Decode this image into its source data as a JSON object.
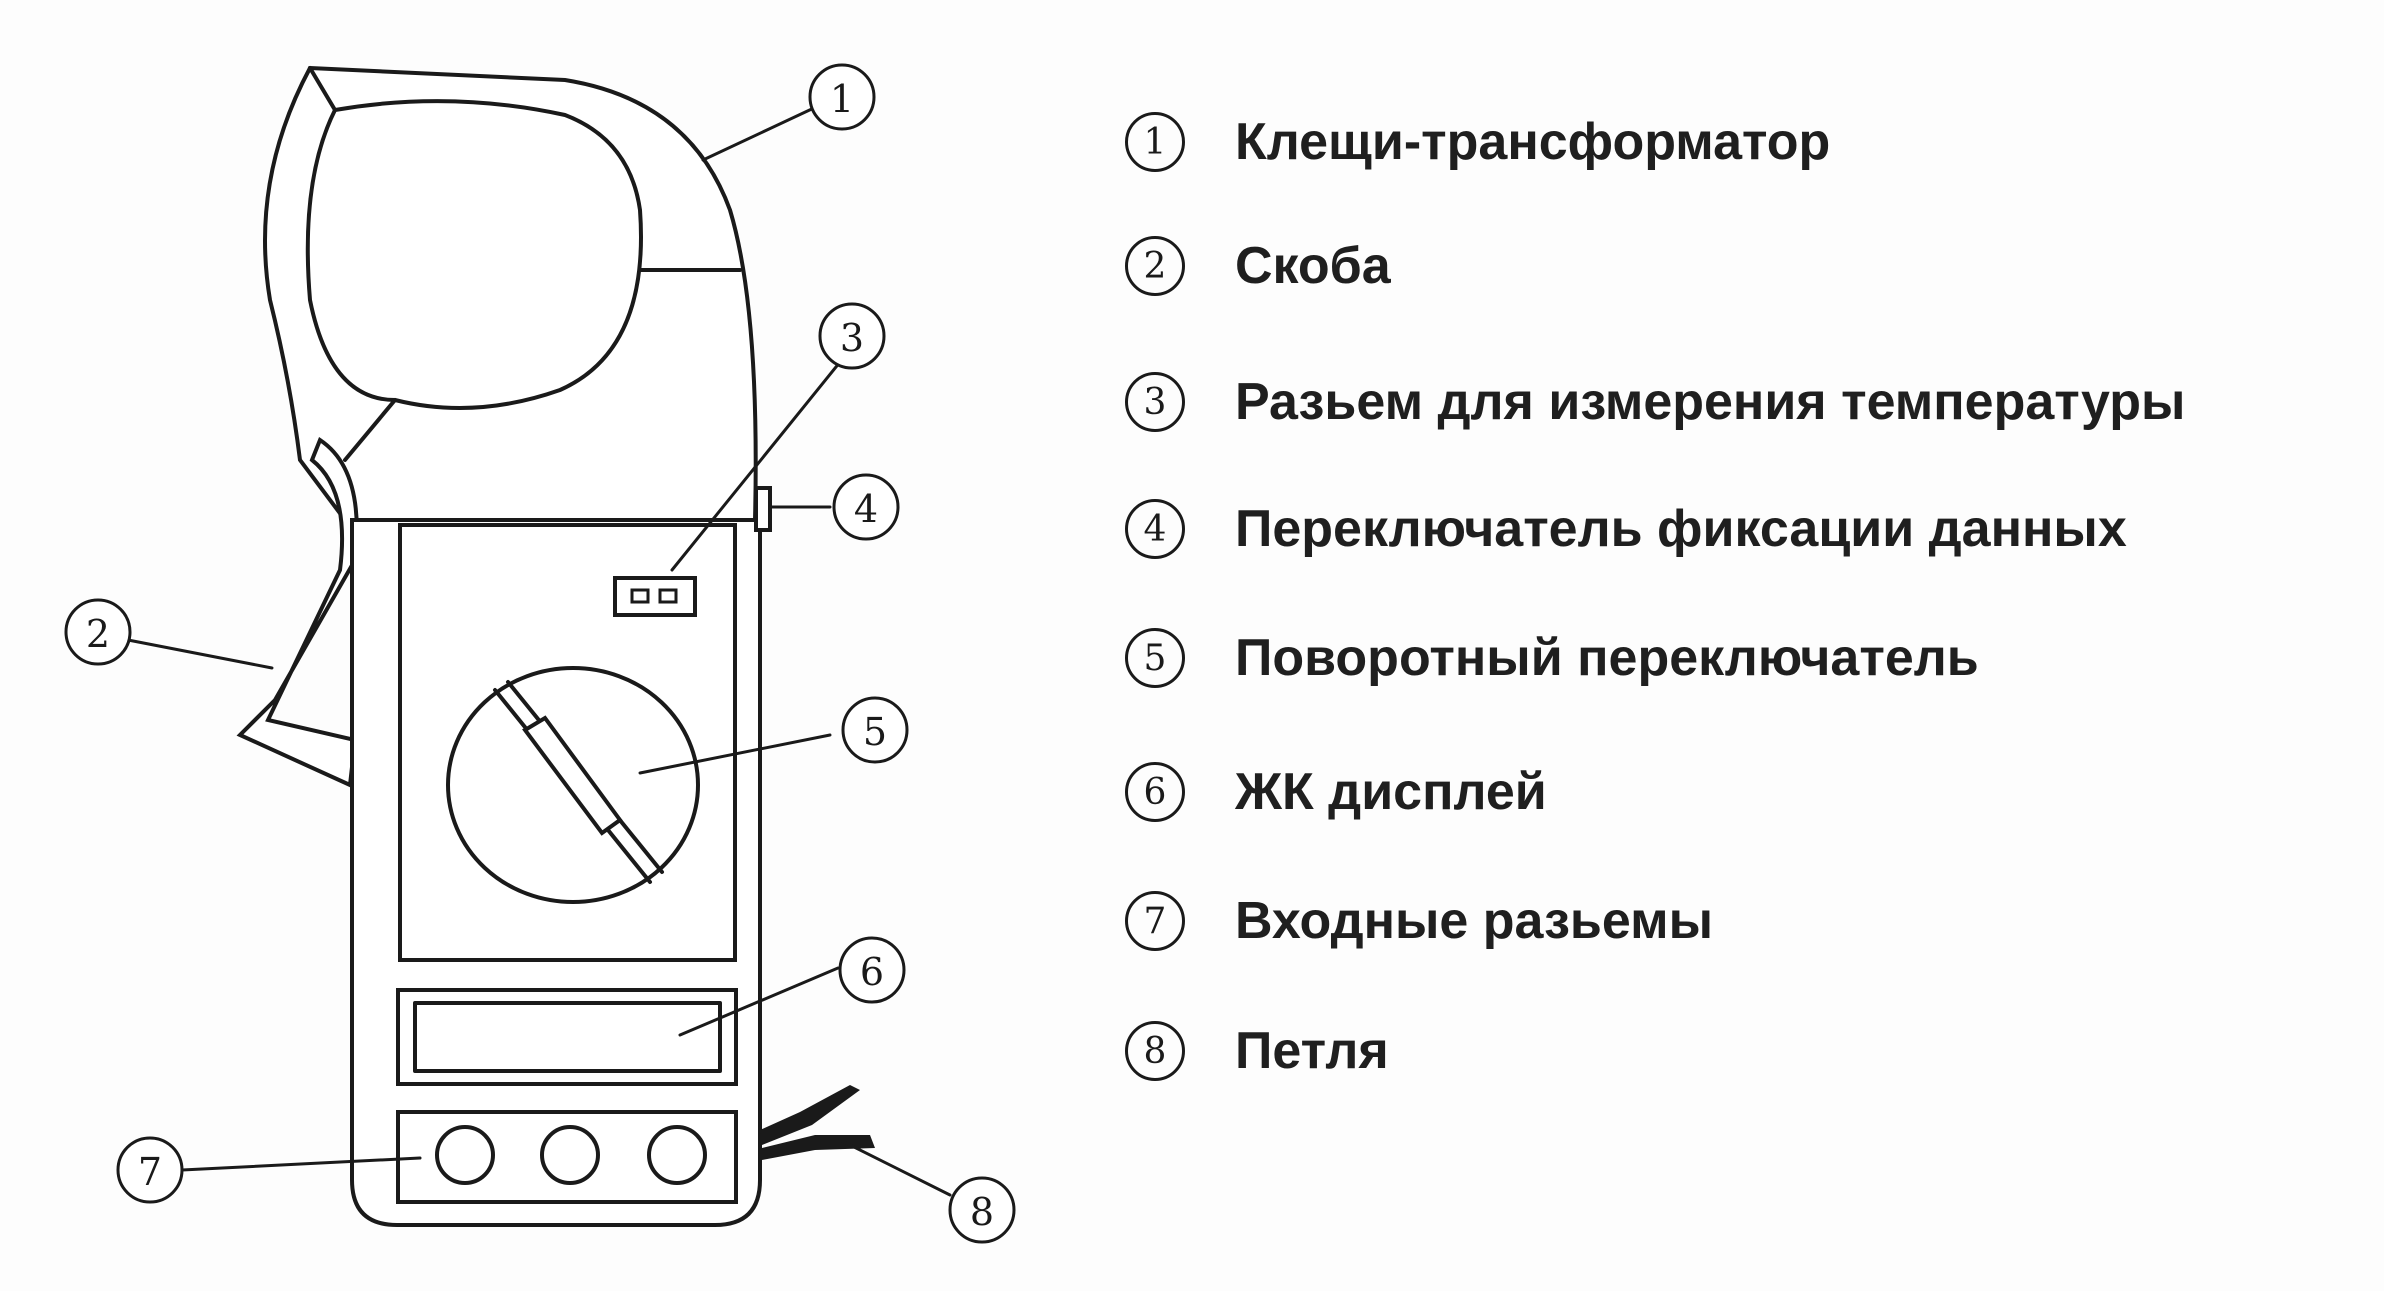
{
  "diagram": {
    "callouts": [
      {
        "num": "1",
        "label": "Клещи-трансформатор"
      },
      {
        "num": "2",
        "label": "Скоба"
      },
      {
        "num": "3",
        "label": "Разьем для измерения температуры"
      },
      {
        "num": "4",
        "label": "Переключатель фиксации данных"
      },
      {
        "num": "5",
        "label": "Поворотный переключатель"
      },
      {
        "num": "6",
        "label": "ЖК дисплей"
      },
      {
        "num": "7",
        "label": "Входные разьемы"
      },
      {
        "num": "8",
        "label": "Петля"
      }
    ]
  },
  "colors": {
    "line": "#1a1a1a",
    "background": "#fdfdfd",
    "text": "#1f1f1f"
  }
}
